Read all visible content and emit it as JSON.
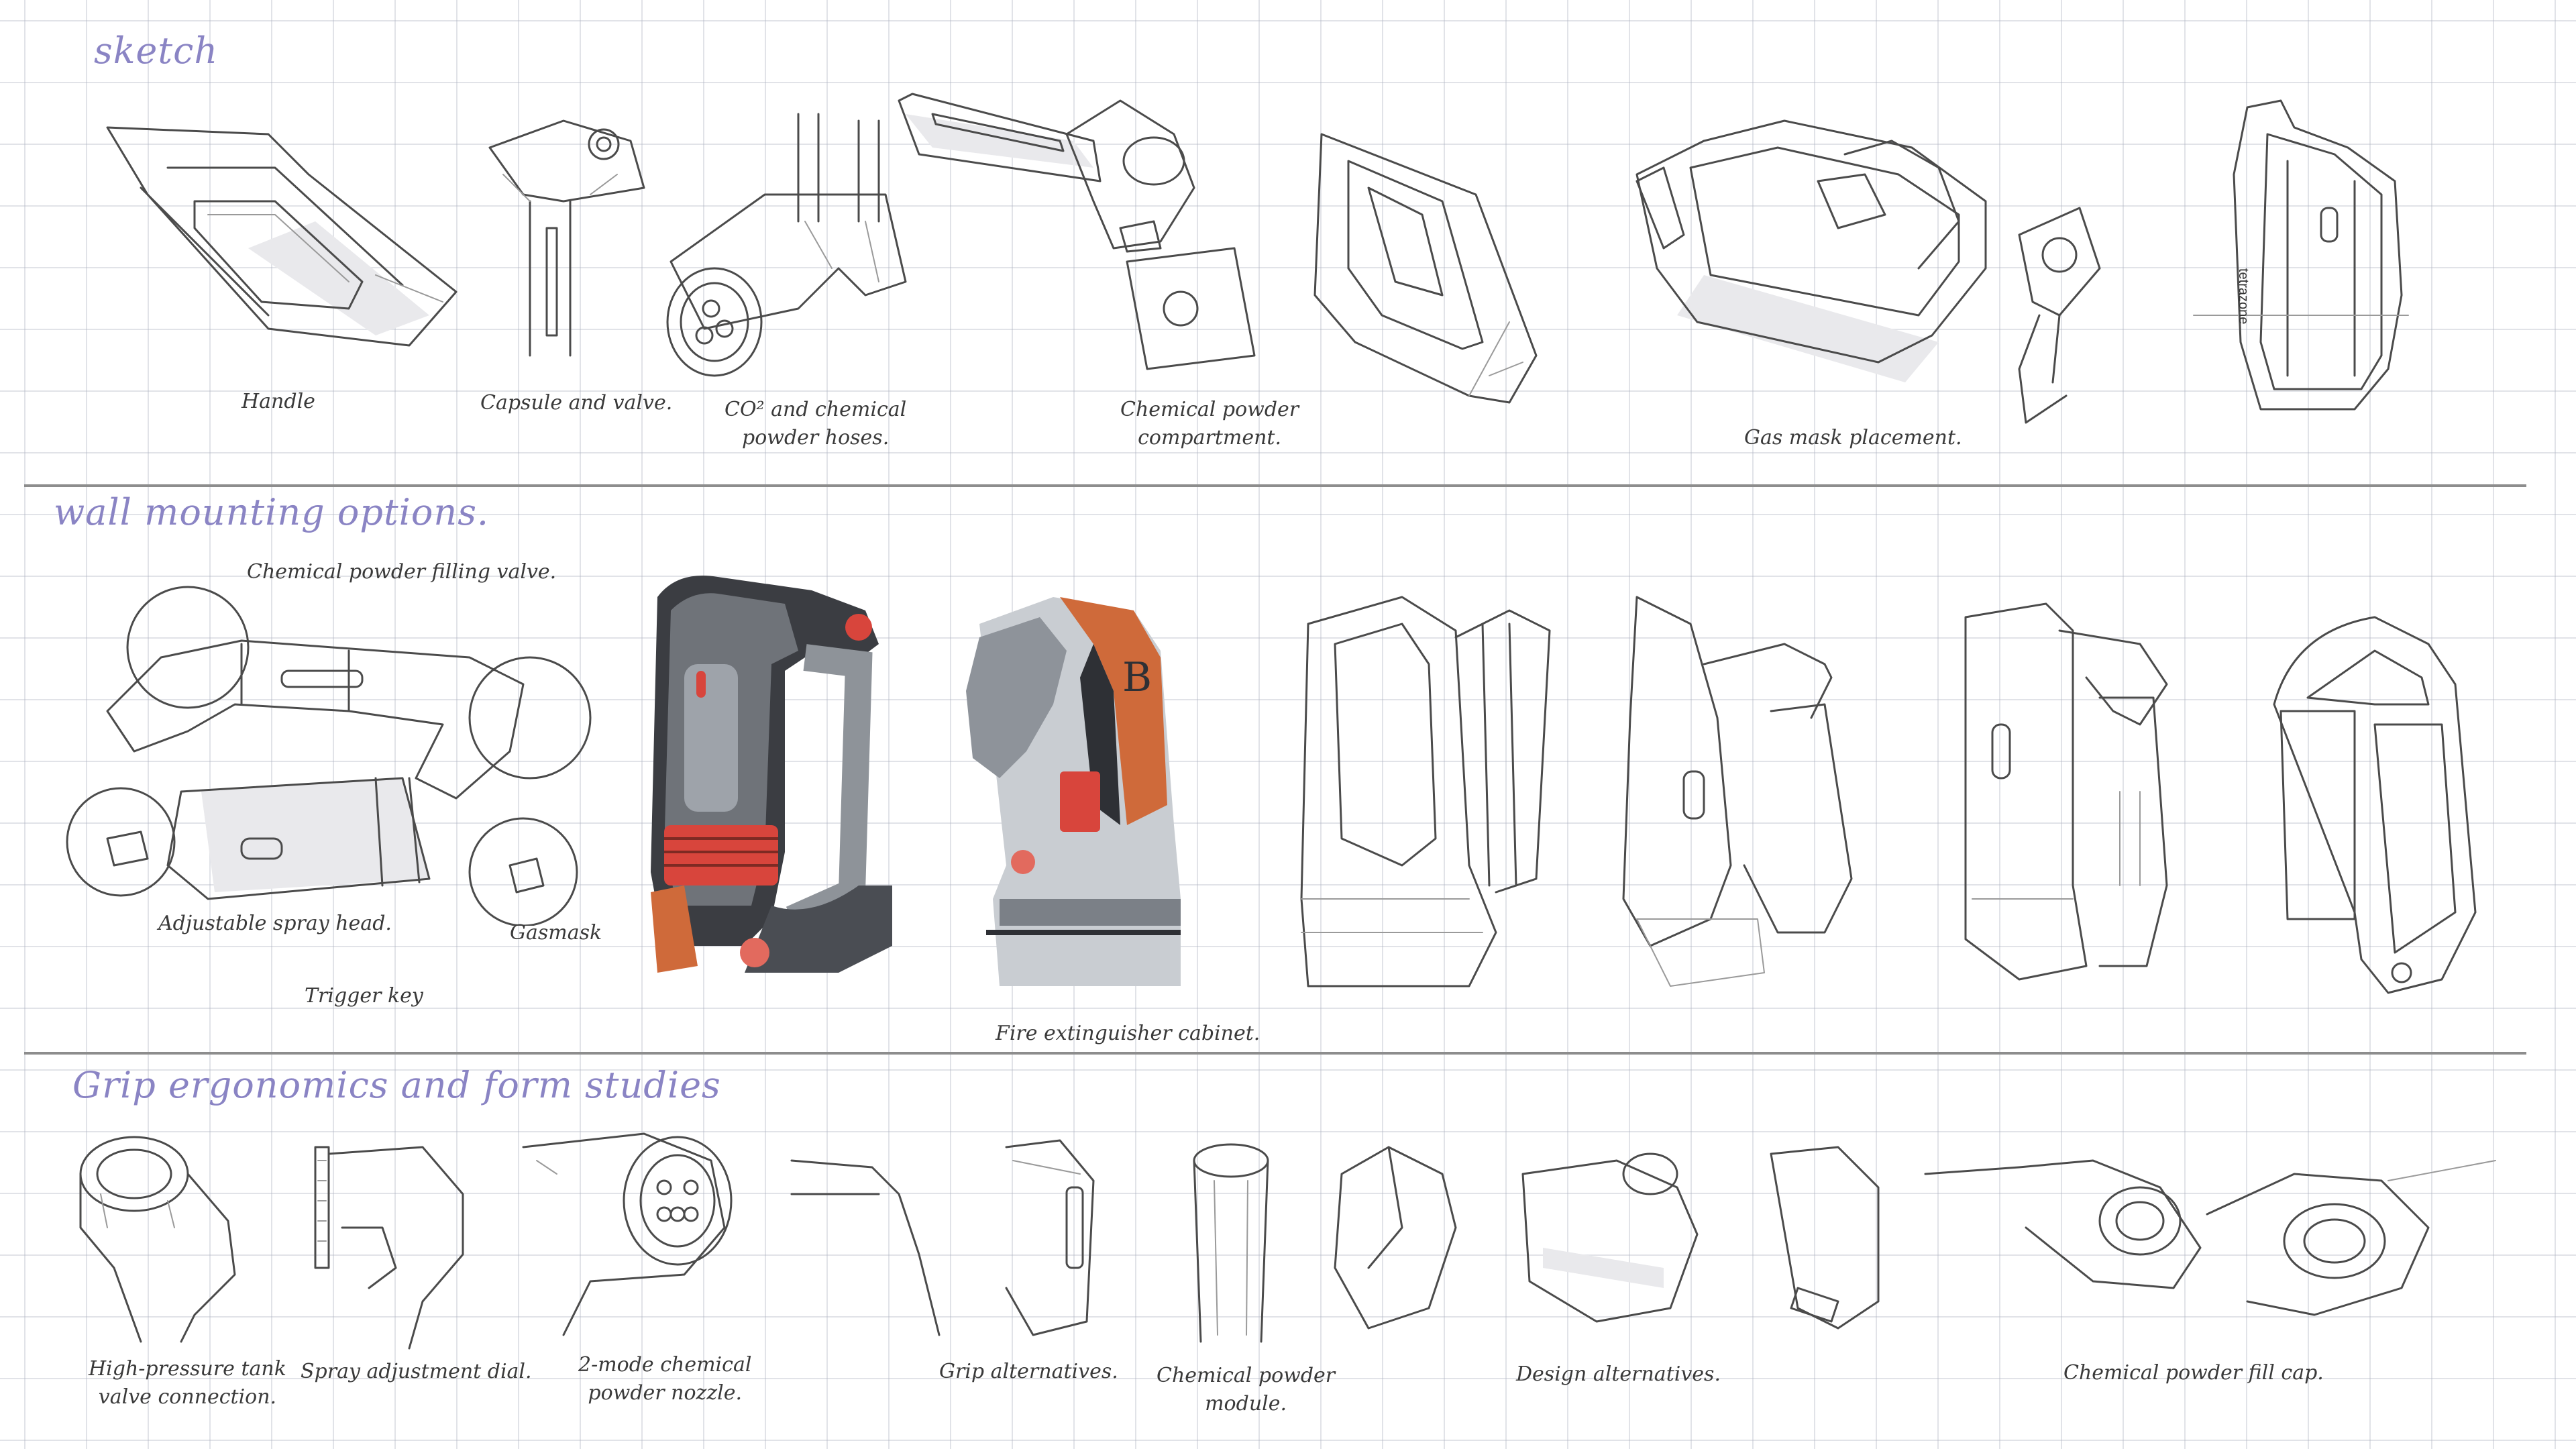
{
  "sections": [
    {
      "id": "sketch",
      "title": "sketch"
    },
    {
      "id": "wall",
      "title": "wall mounting options."
    },
    {
      "id": "grip",
      "title": "Grip ergonomics and form studies"
    }
  ],
  "sketch_captions": [
    "Handle",
    "Capsule and valve.",
    "CO² and chemical\npowder hoses.",
    "Chemical powder\ncompartment.",
    "Gas mask placement."
  ],
  "brand_text": "tetrazone",
  "wall_callouts": [
    "Chemical powder filling valve.",
    "Adjustable spray head.",
    "Gasmask",
    "Trigger key",
    "Fire extinguisher cabinet."
  ],
  "grip_captions": [
    "High-pressure tank\nvalve connection.",
    "Spray adjustment dial.",
    "2-mode chemical\npowder nozzle.",
    "Grip alternatives.",
    "Chemical powder\nmodule.",
    "Design alternatives.",
    "Chemical powder fill cap."
  ],
  "colors": {
    "header": "#8a84c4",
    "render_orange": "#cf6a3a",
    "render_red": "#d8453c",
    "render_dark": "#3b3d42",
    "render_grey": "#9ea3aa"
  }
}
